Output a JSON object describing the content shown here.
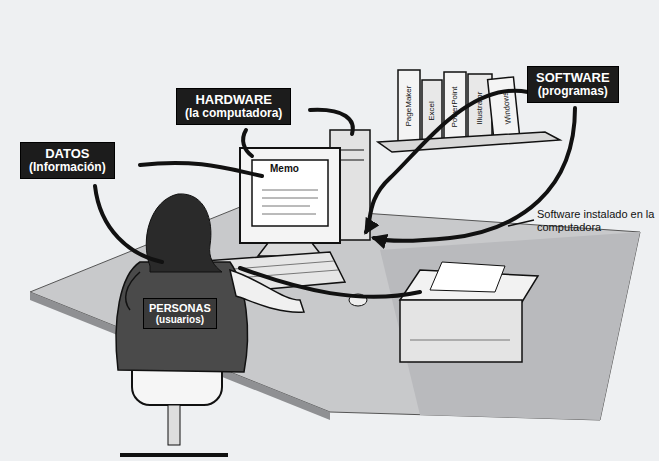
{
  "diagram": {
    "nodes": [
      {
        "text": [
          "DATOS",
          "(Información)"
        ]
      },
      {
        "text": [
          "HARDWARE",
          "(la computadora)"
        ]
      },
      {
        "text": [
          "SOFTWARE",
          "(programas)"
        ]
      },
      {
        "text": [
          "PERSONAS",
          "(usuarios)"
        ]
      }
    ],
    "labels": [
      "Memo",
      "PageMaker",
      "Excel",
      "PowerPoint",
      "Illustrator",
      "Windows",
      "Software instalado en la computadora"
    ]
  }
}
